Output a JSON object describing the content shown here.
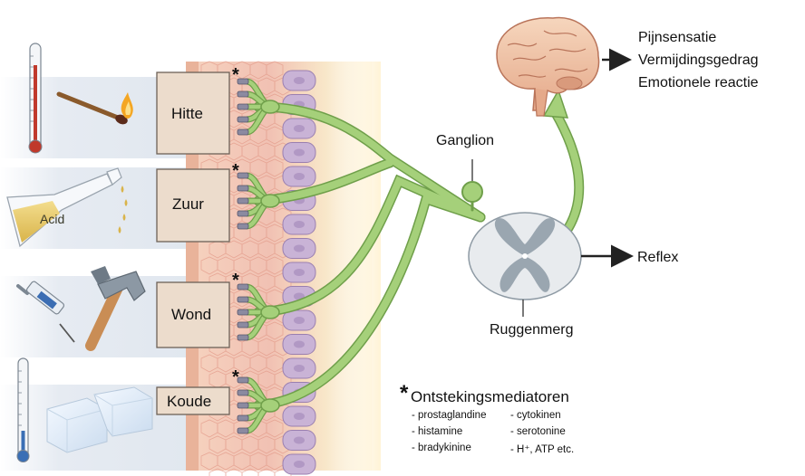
{
  "stimuli": [
    {
      "label": "Hitte"
    },
    {
      "label": "Zuur"
    },
    {
      "label": "Wond"
    },
    {
      "label": "Koude"
    }
  ],
  "flask_label": "Acid",
  "star_symbol": "*",
  "ganglion_label": "Ganglion",
  "spinal_cord_label": "Ruggenmerg",
  "reflex_label": "Reflex",
  "brain_outputs": [
    "Pijnsensatie",
    "Vermijdingsgedrag",
    "Emotionele reactie"
  ],
  "legend": {
    "star": "*",
    "title": "Ontstekingsmediatoren",
    "col1": [
      "- prostaglandine",
      "- histamine",
      "- bradykinine"
    ],
    "col2": [
      "- cytokinen",
      "- serotonine",
      "- H⁺, ATP etc."
    ]
  },
  "colors": {
    "nerve": "#a5d07a",
    "nerve_dark": "#6f9f4a",
    "stim_box": "#ecdccc",
    "band": "#e4e9f0",
    "spinal_white": "#e8ebee",
    "spinal_gray": "#9aa6b0",
    "skin_red": "#f2c4b5",
    "cell_purple": "#c9b3d6"
  }
}
